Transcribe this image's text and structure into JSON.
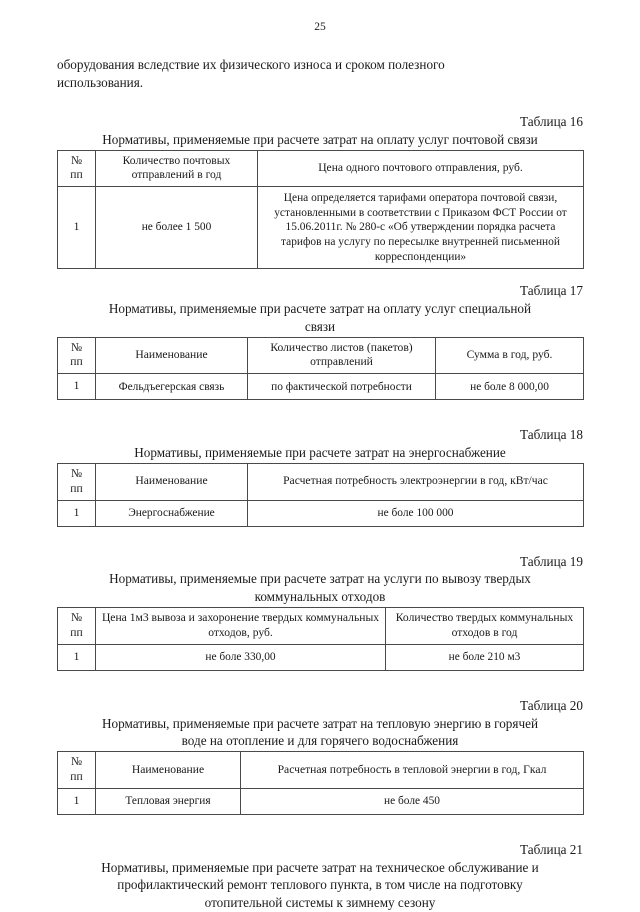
{
  "page": {
    "number": "25"
  },
  "body": {
    "paragraph_line1": "оборудования вследствие их физического износа и сроком полезного",
    "paragraph_line2": "использования."
  },
  "tables": [
    {
      "label": "Таблица 16",
      "caption": "Нормативы, применяемые при расчете затрат на оплату услуг почтовой связи",
      "caption_line2": "",
      "columns": [
        "№\nпп",
        "Количество почтовых отправлений в год",
        "Цена одного почтового отправления, руб."
      ],
      "header": {
        "c0_line1": "№",
        "c0_line2": "пп",
        "c1": "Количество почтовых отправлений в год",
        "c2": "Цена одного почтового отправления, руб."
      },
      "row": {
        "c0": "1",
        "c1": "не более 1 500",
        "c2": "Цена определяется тарифами оператора почтовой связи, установленными в соответствии с Приказом ФСТ России от 15.06.2011г. № 280-с «Об утверждении порядка расчета тарифов на услугу по пересылке внутренней письменной корреспонденции»"
      }
    },
    {
      "label": "Таблица 17",
      "caption": "Нормативы, применяемые при расчете затрат на оплату услуг специальной",
      "caption_line2": "связи",
      "header": {
        "c0_line1": "№",
        "c0_line2": "пп",
        "c1": "Наименование",
        "c2": "Количество листов (пакетов) отправлений",
        "c3": "Сумма в год, руб."
      },
      "row": {
        "c0": "1",
        "c1": "Фельдъегерская связь",
        "c2": "по фактической потребности",
        "c3": "не боле 8 000,00"
      }
    },
    {
      "label": "Таблица 18",
      "caption": "Нормативы, применяемые при расчете затрат на энергоснабжение",
      "caption_line2": "",
      "header": {
        "c0_line1": "№",
        "c0_line2": "пп",
        "c1": "Наименование",
        "c2": "Расчетная потребность электроэнергии в год, кВт/час"
      },
      "row": {
        "c0": "1",
        "c1": "Энергоснабжение",
        "c2": "не боле 100 000"
      }
    },
    {
      "label": "Таблица 19",
      "caption": "Нормативы, применяемые при расчете затрат на услуги по вывозу твердых",
      "caption_line2": "коммунальных отходов",
      "header": {
        "c0_line1": "№",
        "c0_line2": "пп",
        "c1": "Цена 1м3 вывоза и захоронение твердых коммунальных отходов, руб.",
        "c2": "Количество твердых коммунальных отходов в год"
      },
      "row": {
        "c0": "1",
        "c1": "не боле 330,00",
        "c2": "не боле 210 м3"
      }
    },
    {
      "label": "Таблица 20",
      "caption": "Нормативы, применяемые при расчете затрат на тепловую энергию в горячей",
      "caption_line2": "воде на отопление и для горячего водоснабжения",
      "header": {
        "c0_line1": "№",
        "c0_line2": "пп",
        "c1": "Наименование",
        "c2": "Расчетная потребность в тепловой энергии в год, Гкал"
      },
      "row": {
        "c0": "1",
        "c1": "Тепловая энергия",
        "c2": "не боле 450"
      }
    },
    {
      "label": "Таблица 21",
      "caption": "Нормативы, применяемые при расчете затрат на техническое обслуживание и",
      "caption_line2": "профилактический ремонт теплового пункта, в том числе на подготовку",
      "caption_line3": "отопительной системы к зимнему сезону"
    }
  ]
}
